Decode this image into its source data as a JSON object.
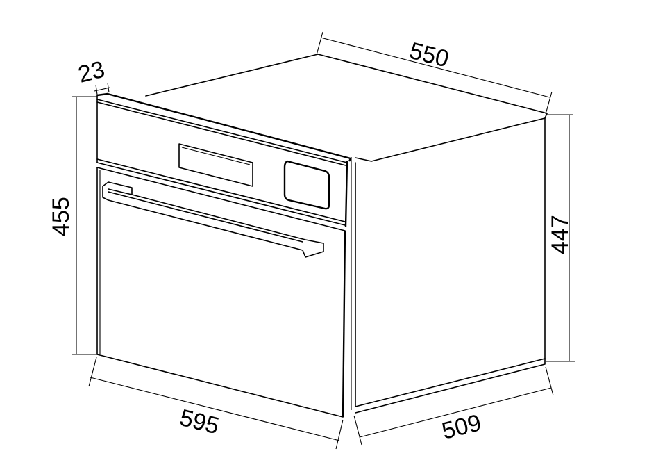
{
  "dimensions": {
    "front_depth": "23",
    "overall_height": "455",
    "top_depth": "550",
    "side_height": "447",
    "front_width": "595",
    "side_depth": "509"
  }
}
